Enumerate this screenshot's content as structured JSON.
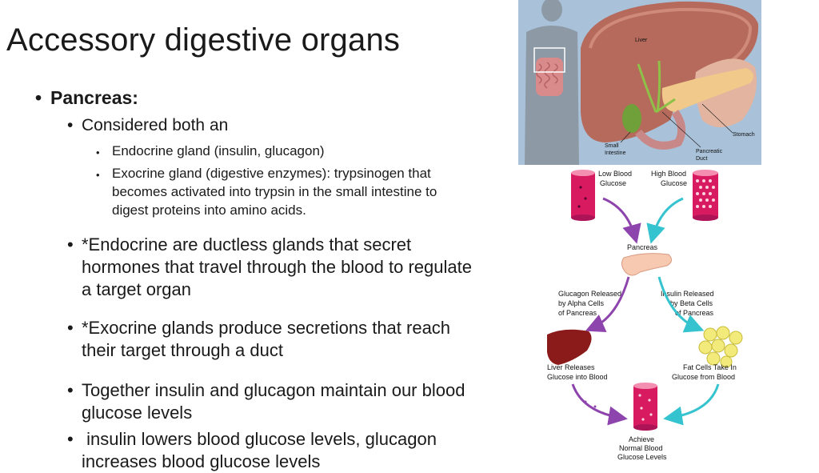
{
  "slide": {
    "title": "Accessory digestive organs",
    "bullet_glyph": "•",
    "pancreas": "Pancreas:",
    "considered": "Considered both an",
    "endocrine_gland": "Endocrine gland (insulin, glucagon)",
    "exocrine_gland_lines": [
      "Exocrine gland (digestive enzymes): trypsinogen that",
      "becomes activated into trypsin in the small intestine to",
      "digest proteins into amino acids."
    ],
    "endocrine_def_lines": [
      "*Endocrine are ductless glands that secret",
      "hormones that travel through the blood to regulate",
      "a target organ"
    ],
    "exocrine_def_lines": [
      "*Exocrine glands produce secretions that reach",
      "their target through a duct"
    ],
    "together_lines": [
      "Together insulin and glucagon maintain our blood",
      "glucose levels"
    ],
    "insulin_lines": [
      " insulin lowers blood glucose levels, glucagon",
      "increases blood glucose levels"
    ]
  },
  "anatomy_image": {
    "labels": {
      "liver": "Liver",
      "stomach": "Stomach",
      "small_intestine_1": "Small",
      "small_intestine_2": "Intestine",
      "pancreatic_duct_1": "Pancreatic",
      "pancreatic_duct_2": "Duct"
    }
  },
  "glucose_diagram": {
    "low_glucose": [
      "Low Blood",
      "Glucose"
    ],
    "high_glucose": [
      "High Blood",
      "Glucose"
    ],
    "pancreas": "Pancreas",
    "glucagon_released": [
      "Glucagon Released",
      "by Alpha Cells",
      "of Pancreas"
    ],
    "insulin_released": [
      "Insulin Released",
      "by Beta Cells",
      "of Pancreas"
    ],
    "liver_releases": [
      "Liver Releases",
      "Glucose into Blood"
    ],
    "fat_cells": [
      "Fat Cells Take In",
      "Glucose from Blood"
    ],
    "achieve": [
      "Achieve",
      "Normal Blood",
      "Glucose Levels"
    ],
    "colors": {
      "purple_arrow": "#8e44ad",
      "teal_arrow": "#34c3cf",
      "vessel": "#d81b60"
    }
  }
}
